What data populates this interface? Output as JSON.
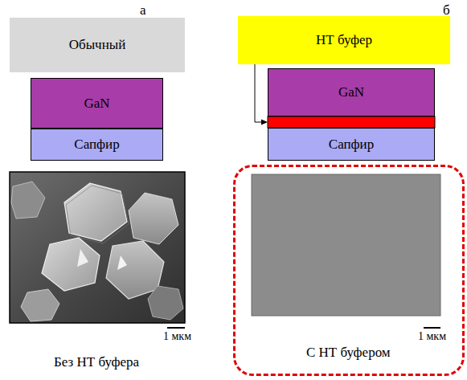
{
  "diagram": {
    "nodes": [
      {
        "text": [
          "Обычный"
        ]
      },
      {
        "text": [
          "GaN"
        ]
      },
      {
        "text": [
          "Сапфир"
        ]
      },
      {
        "text": [
          "НТ буфер"
        ]
      },
      {
        "text": [
          "GaN"
        ]
      },
      {
        "text": [
          "Сапфир"
        ]
      },
      {
        "text": [
          "1 мкм",
          "С НТ буфером"
        ]
      }
    ],
    "labels": [
      "а",
      "б",
      "1 мкм",
      "Без НТ буфера"
    ]
  }
}
